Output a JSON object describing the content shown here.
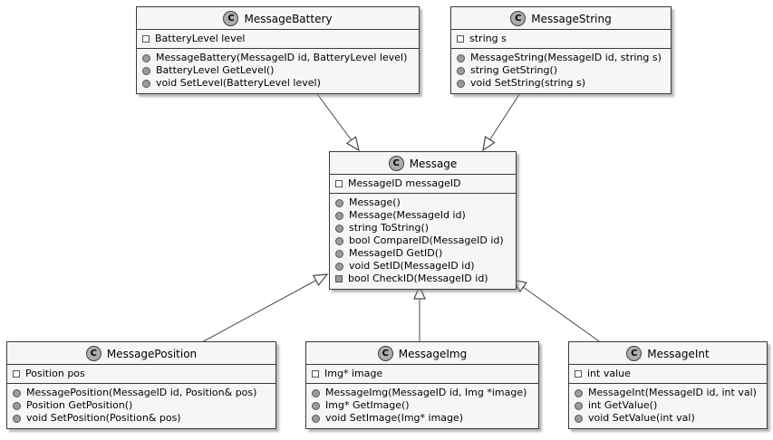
{
  "diagram": {
    "type": "uml-class-diagram",
    "colors": {
      "box_fill": "#F6F6F6",
      "border": "#3A3A3A",
      "badge_fill": "#ADADAD",
      "member_icon_fill": "#9C9C9C",
      "line": "#4A4A4A",
      "background": "#FFFFFF"
    },
    "classes": [
      {
        "badge": "C",
        "name": "MessageBattery",
        "fields": [
          {
            "kind": "field",
            "text": "BatteryLevel level"
          }
        ],
        "methods": [
          {
            "kind": "public",
            "text": "MessageBattery(MessageID id, BatteryLevel level)"
          },
          {
            "kind": "public",
            "text": "BatteryLevel GetLevel()"
          },
          {
            "kind": "public",
            "text": "void SetLevel(BatteryLevel level)"
          }
        ]
      },
      {
        "badge": "C",
        "name": "MessageString",
        "fields": [
          {
            "kind": "field",
            "text": "string s"
          }
        ],
        "methods": [
          {
            "kind": "public",
            "text": "MessageString(MessageID id, string s)"
          },
          {
            "kind": "public",
            "text": "string GetString()"
          },
          {
            "kind": "public",
            "text": "void SetString(string s)"
          }
        ]
      },
      {
        "badge": "C",
        "name": "Message",
        "fields": [
          {
            "kind": "field",
            "text": "MessageID messageID"
          }
        ],
        "methods": [
          {
            "kind": "public",
            "text": "Message()"
          },
          {
            "kind": "public",
            "text": "Message(MessageId id)"
          },
          {
            "kind": "public",
            "text": "string ToString()"
          },
          {
            "kind": "public",
            "text": "bool CompareID(MessageID id)"
          },
          {
            "kind": "public",
            "text": "MessageID GetID()"
          },
          {
            "kind": "public",
            "text": "void SetID(MessageID id)"
          },
          {
            "kind": "static",
            "text": "bool CheckID(MessageID id)"
          }
        ]
      },
      {
        "badge": "C",
        "name": "MessagePosition",
        "fields": [
          {
            "kind": "field",
            "text": "Position pos"
          }
        ],
        "methods": [
          {
            "kind": "public",
            "text": "MessagePosition(MessageID id, Position& pos)"
          },
          {
            "kind": "public",
            "text": "Position GetPosition()"
          },
          {
            "kind": "public",
            "text": "void SetPosition(Position& pos)"
          }
        ]
      },
      {
        "badge": "C",
        "name": "MessageImg",
        "fields": [
          {
            "kind": "field",
            "text": "Img* image"
          }
        ],
        "methods": [
          {
            "kind": "public",
            "text": "MessageImg(MessageID id, Img *image)"
          },
          {
            "kind": "public",
            "text": "Img* GetImage()"
          },
          {
            "kind": "public",
            "text": "void SetImage(Img* image)"
          }
        ]
      },
      {
        "badge": "C",
        "name": "MessageInt",
        "fields": [
          {
            "kind": "field",
            "text": "int value"
          }
        ],
        "methods": [
          {
            "kind": "public",
            "text": "MessageInt(MessageID id, int val)"
          },
          {
            "kind": "public",
            "text": "int GetValue()"
          },
          {
            "kind": "public",
            "text": "void SetValue(int val)"
          }
        ]
      }
    ],
    "relations": [
      {
        "from": "MessageBattery",
        "to": "Message",
        "type": "inheritance"
      },
      {
        "from": "MessageString",
        "to": "Message",
        "type": "inheritance"
      },
      {
        "from": "MessagePosition",
        "to": "Message",
        "type": "inheritance"
      },
      {
        "from": "MessageImg",
        "to": "Message",
        "type": "inheritance"
      },
      {
        "from": "MessageInt",
        "to": "Message",
        "type": "inheritance"
      }
    ]
  }
}
